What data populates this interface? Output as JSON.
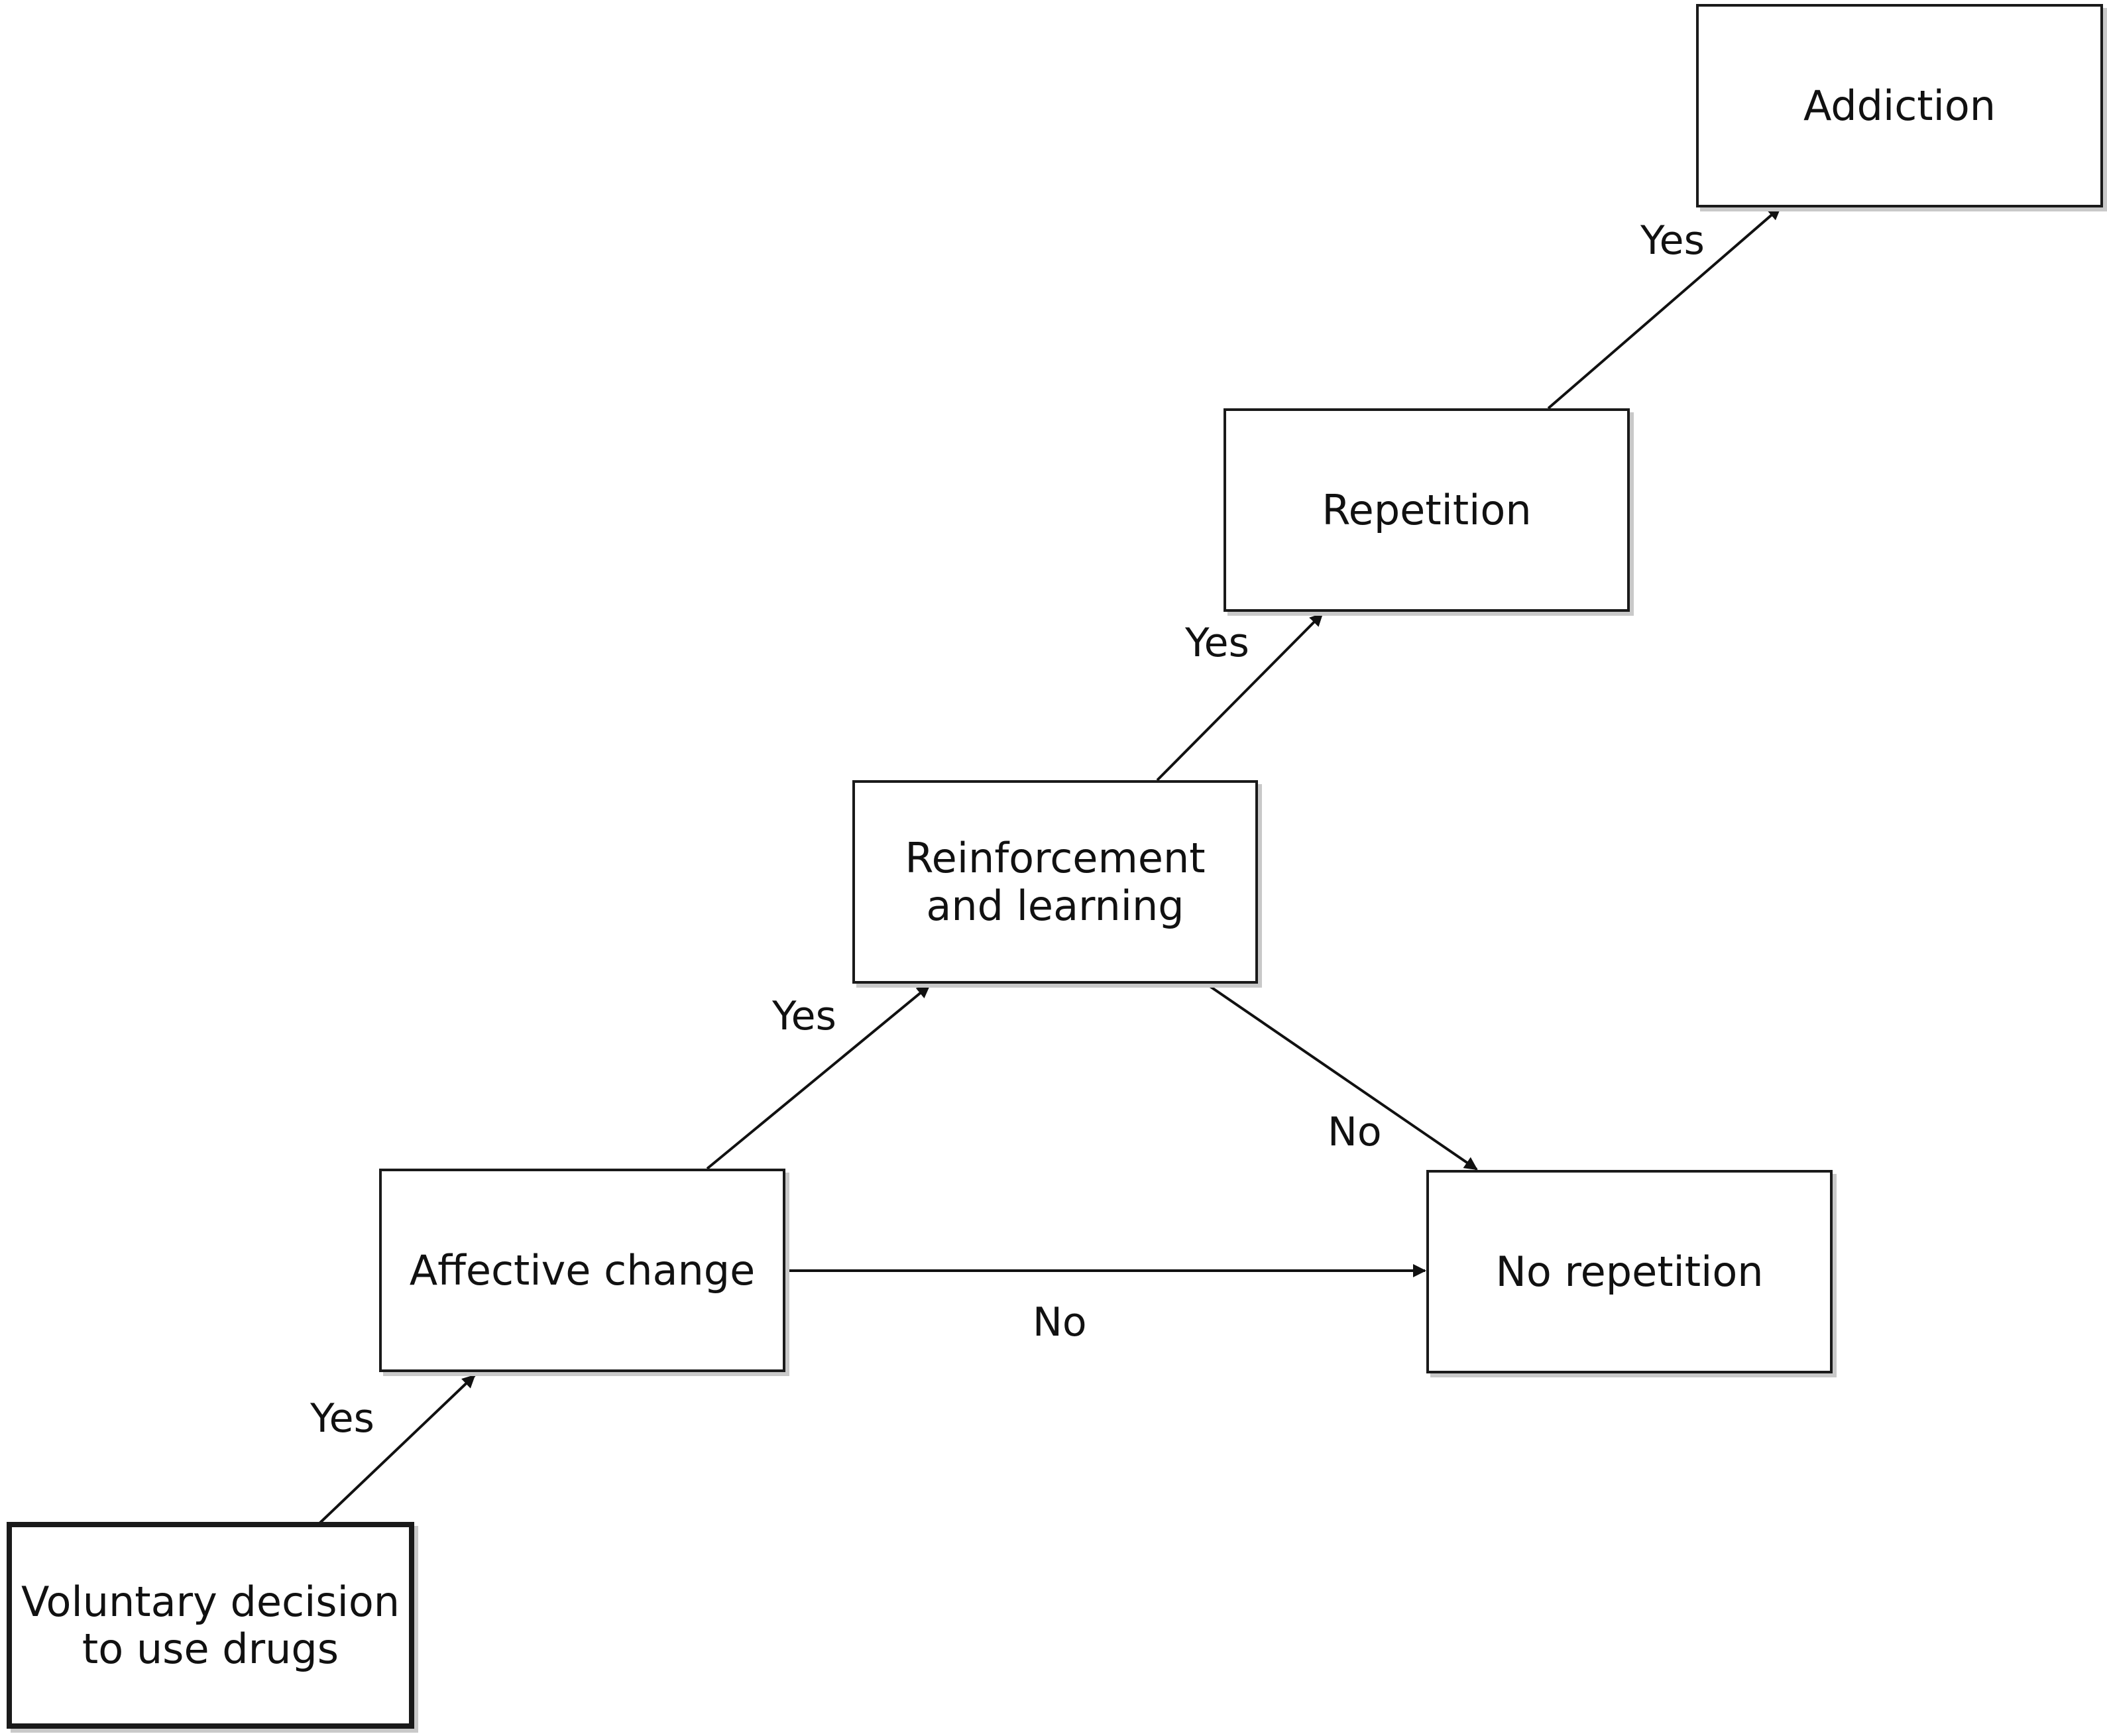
{
  "nodes": {
    "voluntary": {
      "label": "Voluntary decision\nto use drugs"
    },
    "affective": {
      "label": "Affective change"
    },
    "reinforcement": {
      "label": "Reinforcement\nand learning"
    },
    "repetition": {
      "label": "Repetition"
    },
    "addiction": {
      "label": "Addiction"
    },
    "no_repetition": {
      "label": "No repetition"
    }
  },
  "edges": {
    "voluntary_to_affective": {
      "label": "Yes"
    },
    "affective_to_reinforcement": {
      "label": "Yes"
    },
    "reinforcement_to_repetition": {
      "label": "Yes"
    },
    "repetition_to_addiction": {
      "label": "Yes"
    },
    "reinforcement_to_no_repetition": {
      "label": "No"
    },
    "affective_to_no_repetition": {
      "label": "No"
    }
  },
  "colors": {
    "line": "#111111",
    "box_border": "#1a1a1a",
    "shadow": "#c9c9c9"
  }
}
